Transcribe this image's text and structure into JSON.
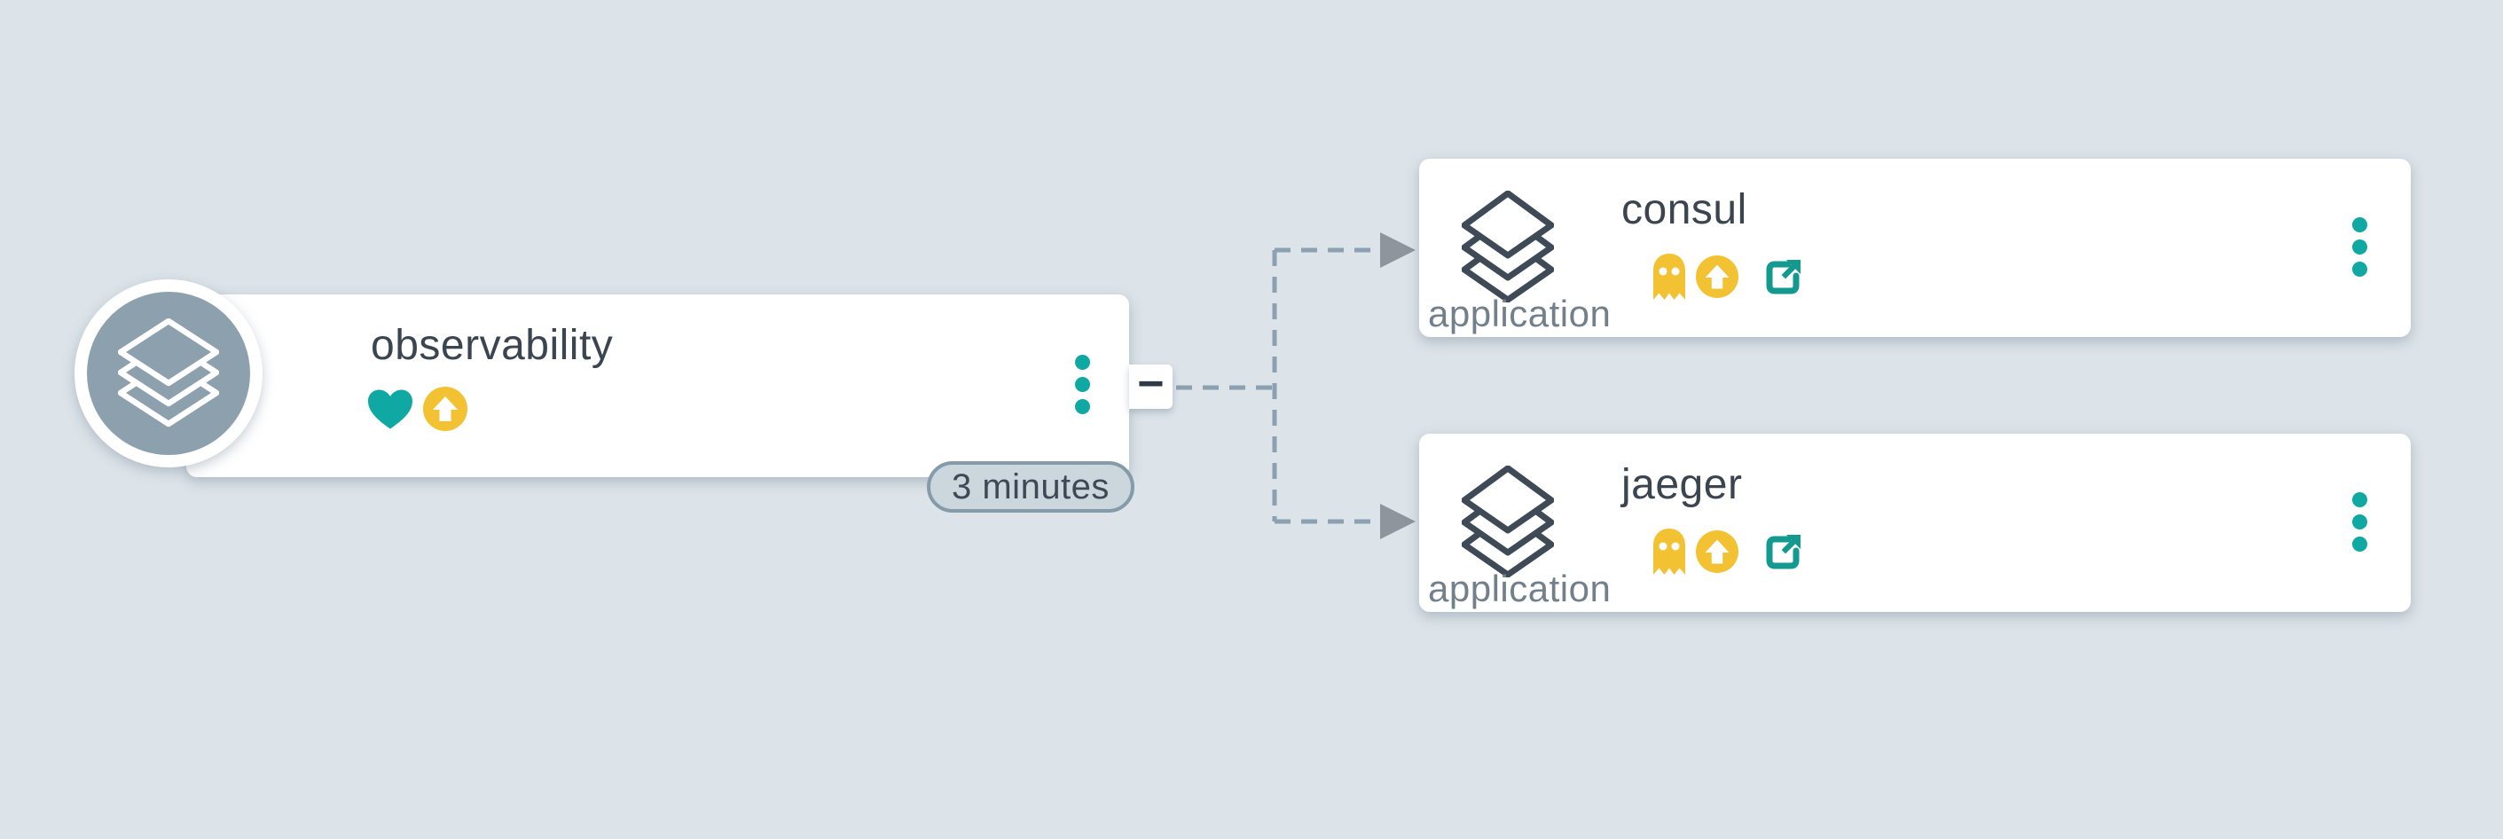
{
  "canvas": {
    "kind": "application-topology"
  },
  "colors": {
    "background": "#dce3e9",
    "card": "#ffffff",
    "avatar": "#8ca1ad",
    "teal": "#10a8a3",
    "teal_dark": "#13998f",
    "yellow": "#f2c233",
    "text_dark": "#3b4550",
    "text_gray": "#72808c",
    "edge": "#8ba1b2",
    "arrow": "#8e959c",
    "badge_bg": "#ccd7dd",
    "badge_border": "#849baa"
  },
  "nodes": {
    "observability": {
      "title": "observability",
      "badge_label": "3 minutes",
      "collapse_label": "−",
      "status_icons": [
        "healthy-heart-icon",
        "upgrade-available-icon"
      ],
      "menu_icon": "kebab-menu-icon",
      "avatar_icon": "layers-icon"
    },
    "consul": {
      "title": "consul",
      "type_label": "application",
      "status_icons": [
        "uncommitted-ghost-icon",
        "upgrade-available-icon",
        "external-link-icon"
      ],
      "menu_icon": "kebab-menu-icon",
      "avatar_icon": "layers-icon"
    },
    "jaeger": {
      "title": "jaeger",
      "type_label": "application",
      "status_icons": [
        "uncommitted-ghost-icon",
        "upgrade-available-icon",
        "external-link-icon"
      ],
      "menu_icon": "kebab-menu-icon",
      "avatar_icon": "layers-icon"
    }
  },
  "edges": [
    {
      "from": "observability",
      "to": "consul",
      "style": "dashed",
      "arrow": "right"
    },
    {
      "from": "observability",
      "to": "jaeger",
      "style": "dashed",
      "arrow": "right"
    }
  ]
}
